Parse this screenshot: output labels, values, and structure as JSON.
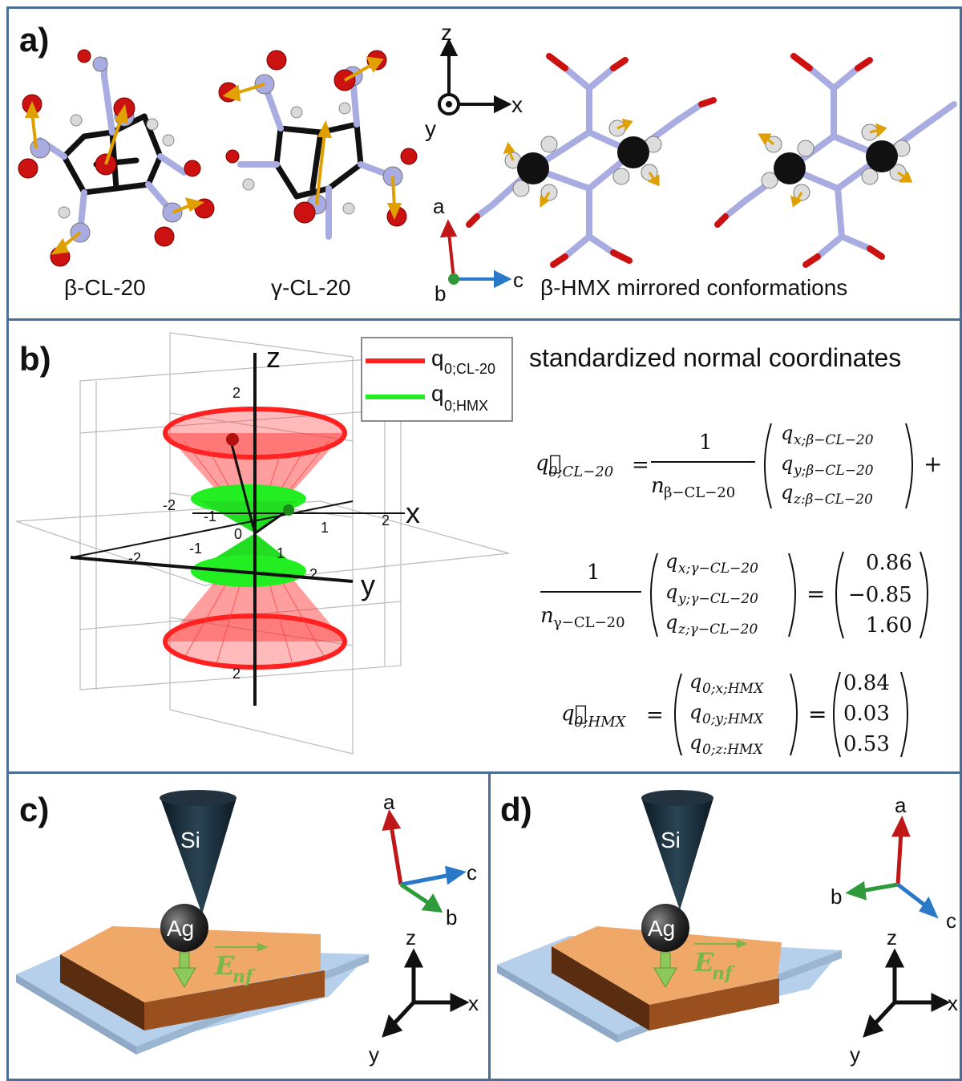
{
  "panels": {
    "a": {
      "label": "a)",
      "captions": {
        "beta_cl20": "β-CL-20",
        "gamma_cl20": "γ-CL-20",
        "hmx": "β-HMX mirrored conformations"
      },
      "lab_axes": {
        "z": "z",
        "x": "x",
        "y": "y"
      },
      "crystal_axes": {
        "a": "a",
        "b": "b",
        "c": "c"
      }
    },
    "b": {
      "label": "b)",
      "title": "standardized normal coordinates",
      "legend": {
        "cl20": {
          "main": "q",
          "sub": "0;CL-20"
        },
        "hmx": {
          "main": "q",
          "sub": "0;HMX"
        }
      },
      "plot_axes": {
        "x": "x",
        "y": "y",
        "z": "z"
      },
      "ticks": [
        "2",
        "-2",
        "-1",
        "0",
        "1",
        "2",
        "-2",
        "-1",
        "1",
        "2",
        "2"
      ],
      "eq1": {
        "lhs": "q⃗",
        "lhs_sub": "0;CL−20",
        "one": "1",
        "den_n": "n",
        "den_sub": "β−CL−20",
        "rows": [
          "q",
          "q",
          "q"
        ],
        "row_subs": [
          "x;β−CL−20",
          "y;β−CL−20",
          "z:β−CL−20"
        ],
        "plus": "+"
      },
      "eq2": {
        "one": "1",
        "den_n": "n",
        "den_sub": "γ−CL−20",
        "rows": [
          "q",
          "q",
          "q"
        ],
        "row_subs": [
          "x;γ−CL−20",
          "y;γ−CL−20",
          "z;γ−CL−20"
        ],
        "result": [
          "0.86",
          "−0.85",
          "1.60"
        ]
      },
      "eq3": {
        "lhs": "q⃗",
        "lhs_sub": "0;HMX",
        "rows": [
          "q",
          "q",
          "q"
        ],
        "row_subs": [
          "0;x;HMX",
          "0;y;HMX",
          "0;z:HMX"
        ],
        "result": [
          "0.84",
          "0.03",
          "0.53"
        ]
      }
    },
    "c": {
      "label": "c)",
      "tip": "Si",
      "sphere": "Ag",
      "field": "E",
      "field_sub": "nf",
      "crystal_axes": {
        "a": "a",
        "b": "b",
        "c": "c"
      },
      "lab_axes": {
        "z": "z",
        "x": "x",
        "y": "y"
      }
    },
    "d": {
      "label": "d)",
      "tip": "Si",
      "sphere": "Ag",
      "field": "E",
      "field_sub": "nf",
      "crystal_axes": {
        "a": "a",
        "b": "b",
        "c": "c"
      },
      "lab_axes": {
        "z": "z",
        "x": "x",
        "y": "y"
      }
    }
  },
  "colors": {
    "frame": "#4a6e96",
    "oxygen": "#cc1111",
    "nitrogen": "#a9ace0",
    "carbon": "#111111",
    "hydrogen": "#d9d9d9",
    "vector": "#e0a000",
    "cone_cl20": "#ff2020",
    "cone_hmx": "#22ee22",
    "crystal": "#f0a868",
    "substrate": "#b6d0ec",
    "field": "#7ab648",
    "axis_a": "#c01818",
    "axis_b": "#2e9a3a",
    "axis_c": "#2a78c8"
  }
}
